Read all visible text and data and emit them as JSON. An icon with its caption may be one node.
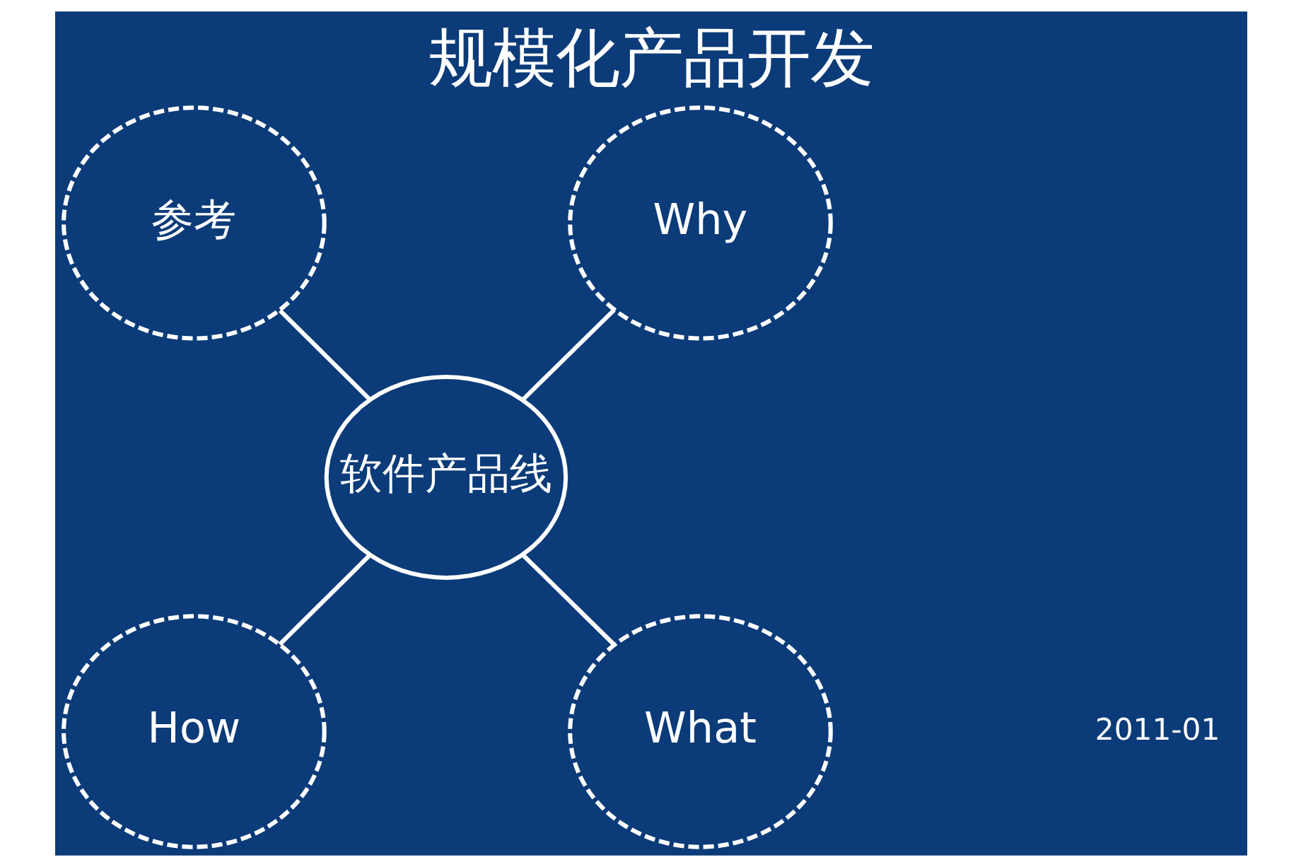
{
  "diagram": {
    "title": "规模化产品开发",
    "nodes": [
      {
        "text": [
          "参考"
        ]
      },
      {
        "text": [
          "Why"
        ]
      },
      {
        "text": [
          "软件产品线"
        ]
      },
      {
        "text": [
          "How"
        ]
      },
      {
        "text": [
          "What"
        ]
      }
    ],
    "edges": [
      {
        "from": 0,
        "to": 2,
        "arrow": "none"
      },
      {
        "from": 1,
        "to": 2,
        "arrow": "none"
      },
      {
        "from": 2,
        "to": 3,
        "arrow": "none"
      },
      {
        "from": 2,
        "to": 4,
        "arrow": "none"
      }
    ],
    "labels": [
      "2011-01"
    ]
  }
}
